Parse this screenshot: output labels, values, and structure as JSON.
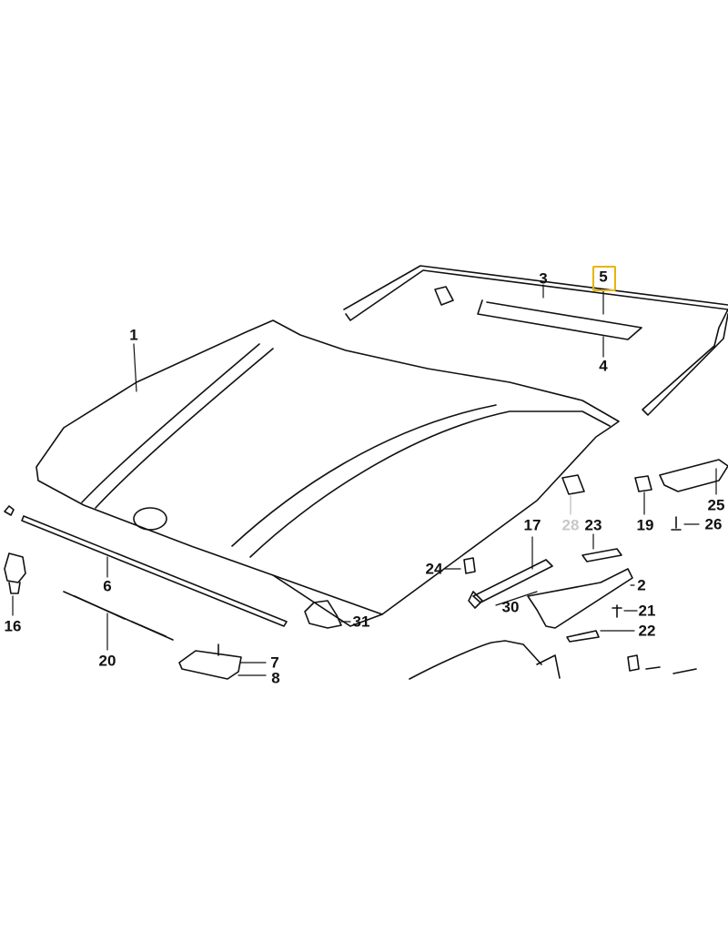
{
  "diagram": {
    "callouts": {
      "hood": "1",
      "hinge": "2",
      "seal_rear": "3",
      "seal_strip": "4",
      "selected_part": "5",
      "front_seal": "6",
      "lock": "7",
      "lock_lower": "8",
      "clip_16": "16",
      "gas_strut": "17",
      "buffer_19": "19",
      "cable_rod": "20",
      "bolt_21": "21",
      "plate_22": "22",
      "plate_23": "23",
      "clip_24": "24",
      "bracket_25": "25",
      "bolt_26": "26",
      "block_28": "28",
      "nut_30": "30",
      "holder_31": "31"
    },
    "highlight_color": "#e8b400",
    "dimmed_callout": "28"
  }
}
